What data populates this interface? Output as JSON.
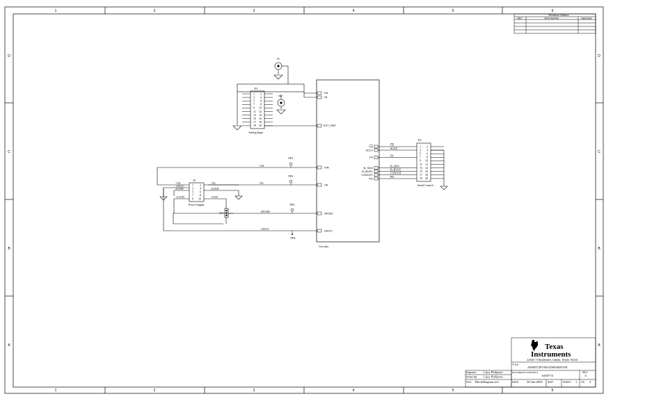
{
  "frame": {
    "columns": [
      "1",
      "2",
      "3",
      "4",
      "5",
      "6"
    ],
    "rows": [
      "D",
      "C",
      "B",
      "A"
    ]
  },
  "revision_history": {
    "title": "Revision History",
    "headers": [
      "REV",
      "ECN Number",
      "Approved"
    ]
  },
  "components": {
    "j1": "J1",
    "j2": "J2",
    "j3": "J3",
    "p1": {
      "ref": "P1",
      "label": "Analog Input",
      "pins": [
        [
          "1",
          "2"
        ],
        [
          "3",
          "4"
        ],
        [
          "5",
          "6"
        ],
        [
          "7",
          "8"
        ],
        [
          "9",
          "10"
        ],
        [
          "11",
          "12"
        ],
        [
          "13",
          "14"
        ],
        [
          "15",
          "16"
        ],
        [
          "17",
          "18"
        ],
        [
          "19",
          "20"
        ]
      ]
    },
    "p2": {
      "ref": "P2",
      "label": "Serial Control",
      "pins": [
        [
          "1",
          "2"
        ],
        [
          "3",
          "4"
        ],
        [
          "5",
          "6"
        ],
        [
          "7",
          "8"
        ],
        [
          "9",
          "10"
        ],
        [
          "11",
          "12"
        ],
        [
          "13",
          "14"
        ],
        [
          "15",
          "16"
        ],
        [
          "17",
          "18"
        ],
        [
          "19",
          "20"
        ]
      ]
    },
    "j3_pins": [
      [
        "1",
        "2"
      ],
      [
        "3",
        "4"
      ],
      [
        "5",
        "6"
      ],
      [
        "7",
        "8"
      ],
      [
        "9",
        "10"
      ]
    ],
    "j3_label": "Power Supply",
    "w1": "W1",
    "tp1": "TP1",
    "tp2": "TP2",
    "tp3": "TP3",
    "tp4": "TP4",
    "circuits_label": "Circuits"
  },
  "ports": {
    "in_p": "+IN",
    "in_n": "-IN",
    "ext_ref": "EXT_REF",
    "vr": "+VR",
    "va": "-VA",
    "bvdd": "+BVDD",
    "avcc": "+AVCC",
    "cs": "CS",
    "sclk": "SCLK",
    "fs": "FS",
    "b_sdo": "B_SDO",
    "b_busy": "B_BUSY",
    "convst": "CONVST",
    "pd": "PD"
  },
  "nets": {
    "vr": "+VA",
    "va": "-VA",
    "bvdd": "+BVDD",
    "avcc": "+AVCC",
    "cs": "CS",
    "sclk": "SCLK",
    "fs": "FS",
    "b_sdo": "B_SDO",
    "b_busy": "B_BUSY",
    "convst": "CONVST",
    "pd": "PD",
    "j3_1": "+VA",
    "j3_3": "+AVCC",
    "j3_5": "AGND",
    "j3_9": "+3.3VD",
    "j3_2": "-VA",
    "j3_6": "AGND",
    "j3_10": "+5VD"
  },
  "title_block": {
    "logo_line1": "Texas",
    "logo_line2": "Instruments",
    "address": "12500 TI Boulevard.  Dallas, Texas 75243",
    "title_label": "TITLE",
    "title": "ADS8372EVM/ADS8382EVM",
    "engineer_label": "Engineer:",
    "engineer": "Lijoy Philipose",
    "drawn_label": "Drawn By:",
    "drawn": "Lijoy Philipose",
    "file_label": "FILE:",
    "file": "BlockDiagram.sch",
    "doc_label": "DOCUMENTS CONTROL #",
    "doc": "6450774",
    "rev_label": "REV:",
    "rev": "A",
    "date_label": "DATE:",
    "date": "30-Jun-2005",
    "size_label": "SIZE:",
    "sheet_label": "SHEET:",
    "sheet": "1",
    "of_label": "OF:",
    "of": "2"
  }
}
